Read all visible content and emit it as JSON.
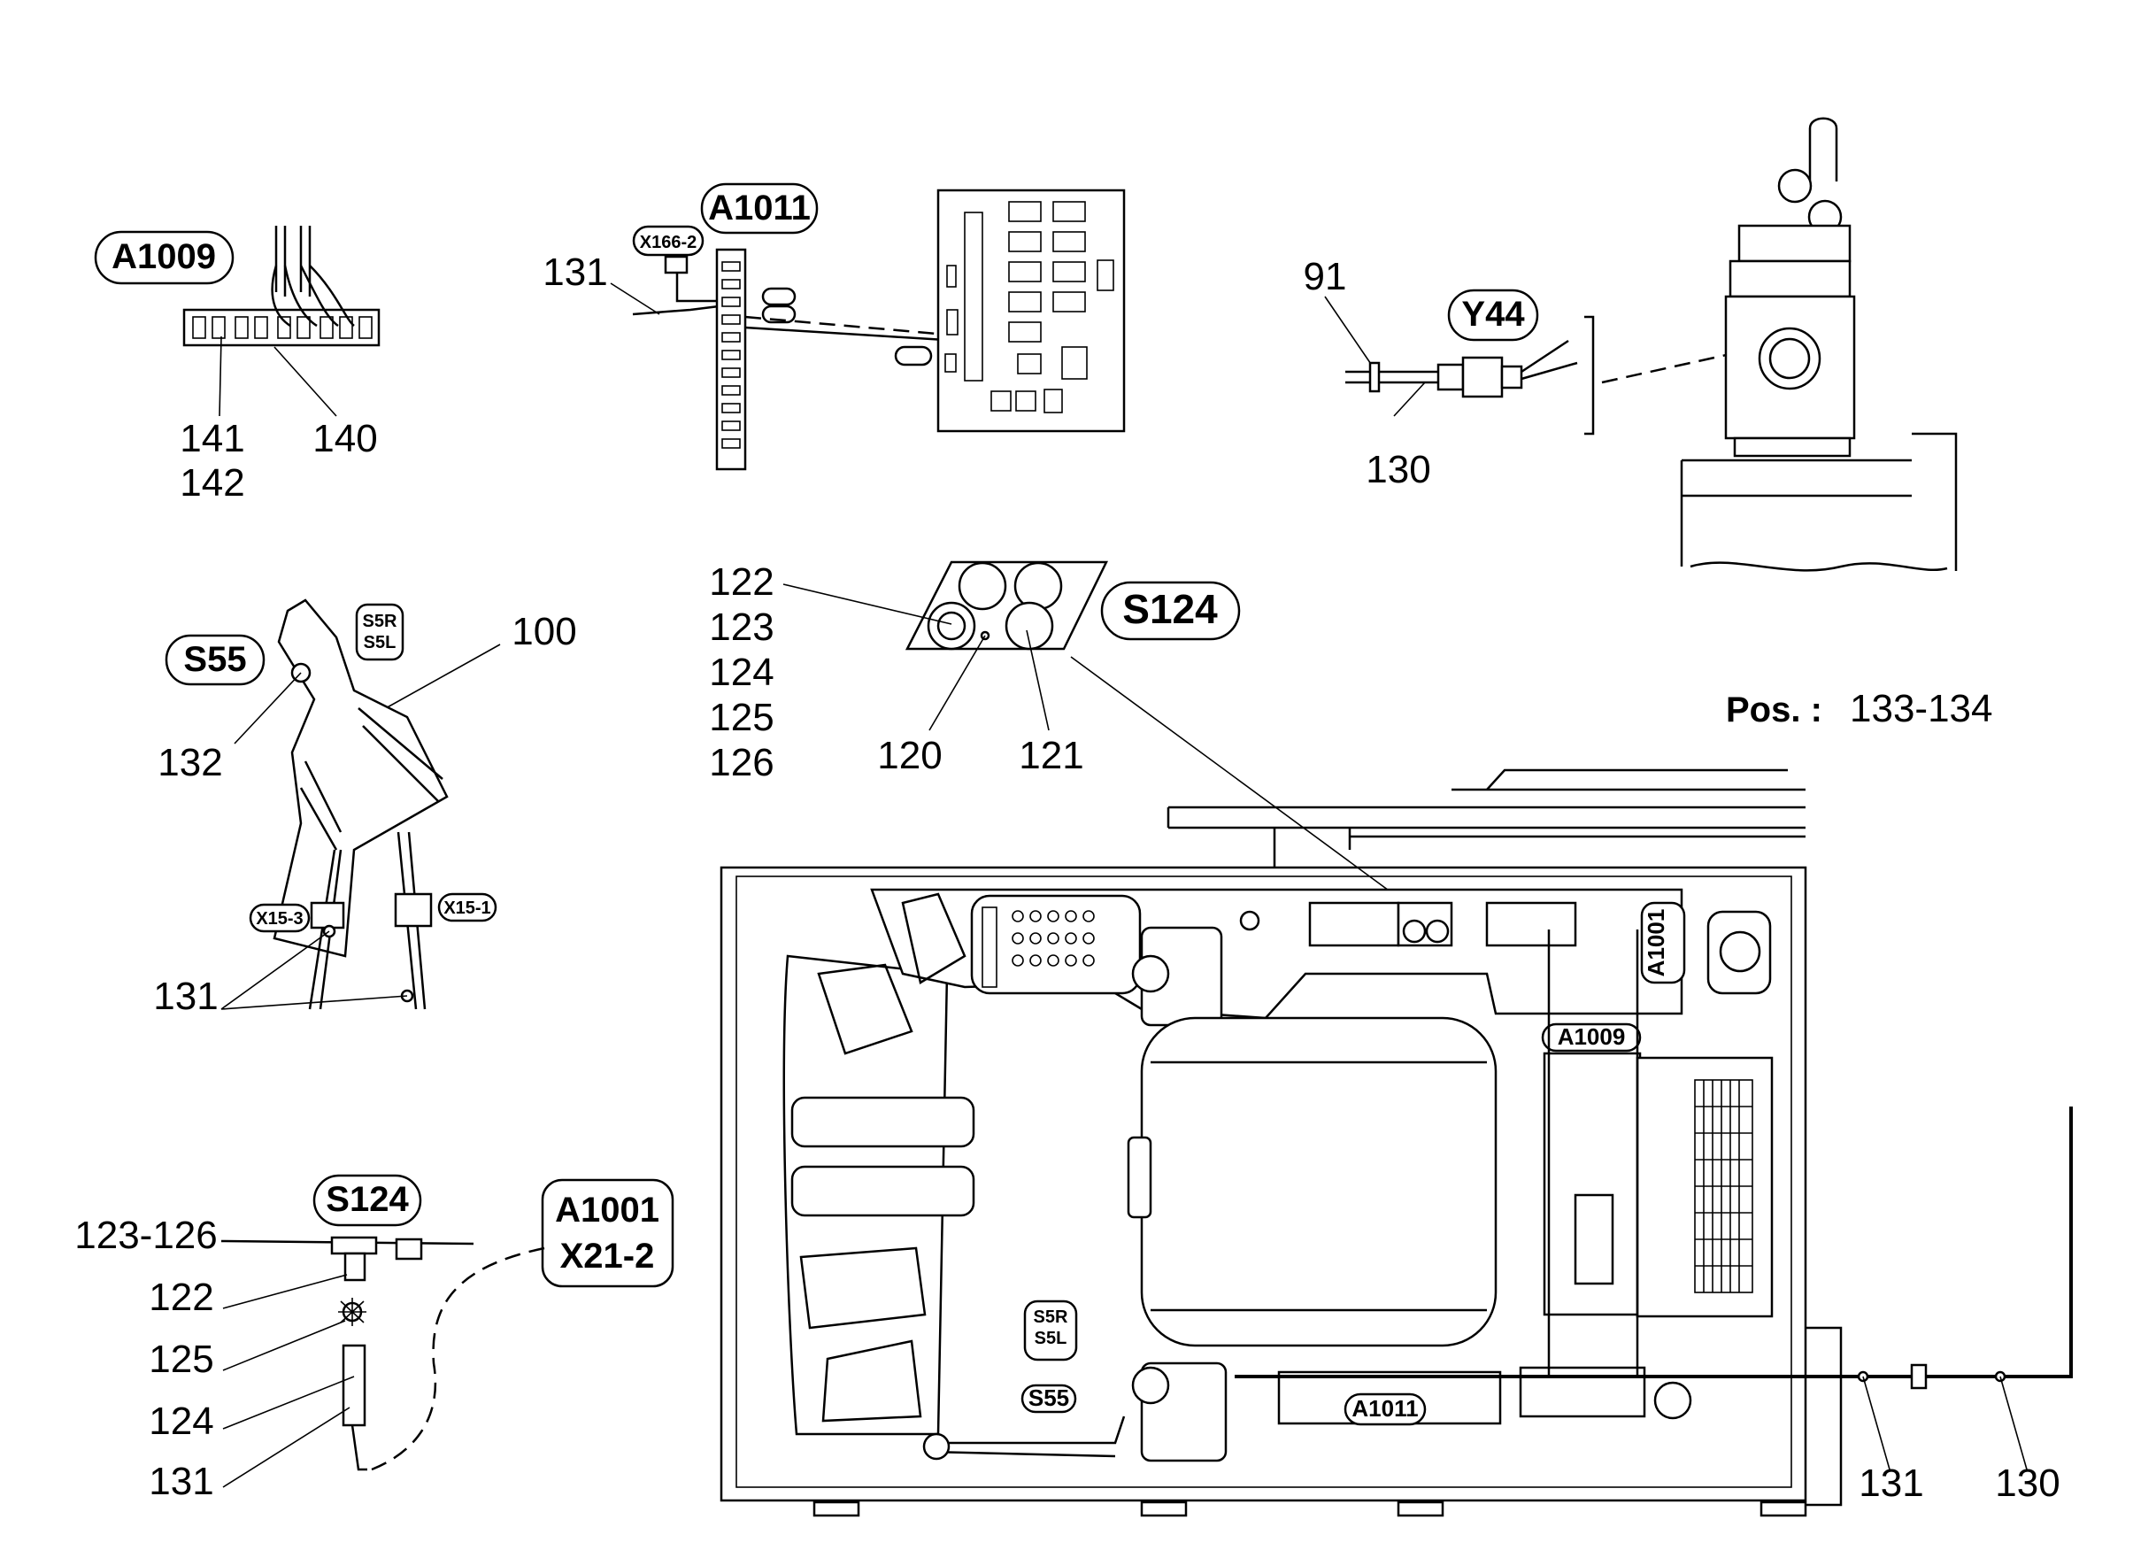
{
  "tags": {
    "a1009_top": "A1009",
    "a1011_top": "A1011",
    "x166_2": "X166-2",
    "y44": "Y44",
    "s124_top": "S124",
    "s55_left": "S55",
    "s5r_s5l_left": "S5R\nS5L",
    "x15_3": "X15-3",
    "x15_1": "X15-1",
    "s124_bottom": "S124",
    "a1001_x21_2": "A1001\nX21-2",
    "a1001_board": "A1001",
    "a1009_board": "A1009",
    "a1011_board": "A1011",
    "s5r_s5l_board": "S5R\nS5L",
    "s55_board": "S55"
  },
  "numbers": {
    "n141": "141",
    "n140": "140",
    "n142": "142",
    "n131_a1011": "131",
    "n91": "91",
    "n130_y44": "130",
    "n100": "100",
    "n132": "132",
    "n131_s55": "131",
    "n122_s124": "122",
    "n123": "123",
    "n124": "124",
    "n125": "125",
    "n126": "126",
    "n120": "120",
    "n121": "121",
    "pos_label": "Pos. :",
    "pos_value": "133-134",
    "n123_126": "123-126",
    "n122_bottom": "122",
    "n125_bottom": "125",
    "n124_bottom": "124",
    "n131_bottom": "131",
    "n131_main": "131",
    "n130_main": "130"
  }
}
